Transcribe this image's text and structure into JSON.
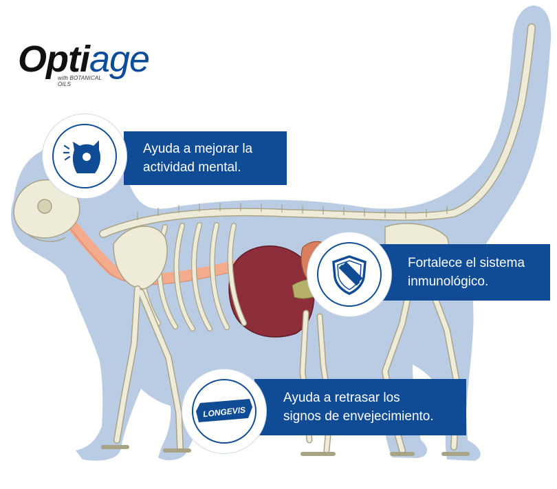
{
  "logo": {
    "wordmark_part1": "Opti",
    "wordmark_part2": "age",
    "tagline_line1": "with BOTANICAL",
    "tagline_line2": "OILS"
  },
  "callouts": [
    {
      "line1": "Ayuda a mejorar la",
      "line2": "actividad mental.",
      "icon": "cat-head-brain-icon"
    },
    {
      "line1": "Fortalece el sistema",
      "line2": "inmunológico.",
      "icon": "shield-icon"
    },
    {
      "line1": "Ayuda a retrasar los",
      "line2": "signos de envejecimiento.",
      "icon": "longevis-badge-icon"
    }
  ],
  "badge_text": {
    "longevis": "LONGEVIS"
  },
  "colors": {
    "brand_blue": "#0f4c95",
    "silhouette": "#b9cce4",
    "bone": "#eeebd8",
    "bone_outline": "#b7b292",
    "organ": "#8e2e3a",
    "esophagus": "#f3ab8c"
  }
}
